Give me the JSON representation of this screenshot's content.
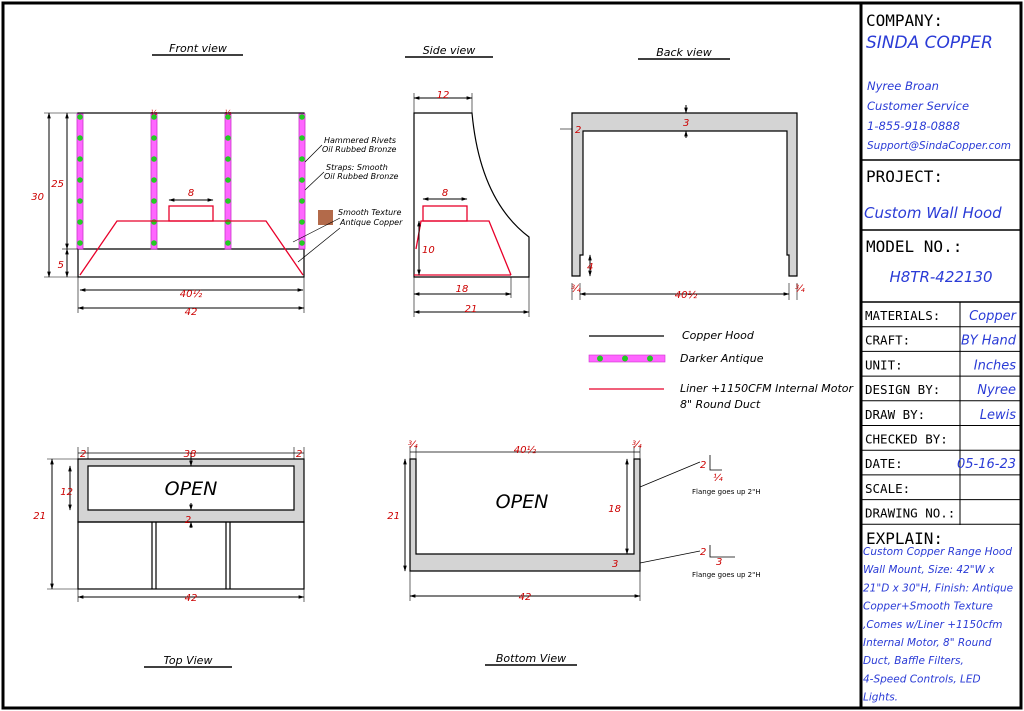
{
  "views": {
    "front": "Front view",
    "side": "Side view",
    "back": "Back view",
    "top": "Top View",
    "bottom": "Bottom View"
  },
  "front_dims": {
    "height_total": "30",
    "height_upper": "25",
    "height_lower": "5",
    "liner_width": "8",
    "inner_width": "40½",
    "overall_width": "42"
  },
  "front_notes": {
    "rivets_1": "Hammered Rivets",
    "rivets_2": "Oil Rubbed Bronze",
    "straps_1": "Straps: Smooth",
    "straps_2": "Oil Rubbed Bronze",
    "texture_1": "Smooth Texture",
    "texture_2": "Antique Copper"
  },
  "side_dims": {
    "top_depth": "12",
    "liner_width": "8",
    "liner_height": "10",
    "inner_depth": "18",
    "overall_depth": "21"
  },
  "back_dims": {
    "top_thick": "3",
    "side_thick": "2",
    "leg": "4",
    "corner_left": "¾",
    "inner_width": "40½",
    "corner_right": "¾"
  },
  "legend": {
    "copper_hood": "Copper Hood",
    "darker_antique": "Darker Antique",
    "liner_1": "Liner +1150CFM Internal Motor",
    "liner_2": "8\" Round Duct"
  },
  "top_dims": {
    "left": "2",
    "center": "38",
    "right": "2",
    "open": "OPEN",
    "mid": "2",
    "depth_open": "12",
    "depth_total": "21",
    "width": "42"
  },
  "bottom_dims": {
    "left": "¾",
    "center": "40½",
    "right": "¾",
    "open": "OPEN",
    "depth_total": "21",
    "depth_inner": "18",
    "back": "3",
    "width": "42",
    "flange_a_2": "2",
    "flange_a_frac": "¼",
    "flange_b_2": "2",
    "flange_b_3": "3",
    "flange_note_1": "Flange goes up 2\"H",
    "flange_note_2": "Flange goes up 2\"H"
  },
  "title_block": {
    "company_label": "COMPANY:",
    "company": "SINDA COPPER",
    "contact_name": "Nyree Broan",
    "contact_role": "Customer Service",
    "contact_phone": "1-855-918-0888",
    "contact_email": "Support@SindaCopper.com",
    "project_label": "PROJECT:",
    "project": "Custom Wall Hood",
    "model_label": "MODEL NO.:",
    "model": "H8TR-422130",
    "rows": [
      {
        "label": "MATERIALS:",
        "value": "Copper"
      },
      {
        "label": "CRAFT:",
        "value": "BY Hand"
      },
      {
        "label": "UNIT:",
        "value": "Inches"
      },
      {
        "label": "DESIGN BY:",
        "value": "Nyree"
      },
      {
        "label": "DRAW BY:",
        "value": "Lewis"
      },
      {
        "label": "CHECKED BY:",
        "value": ""
      },
      {
        "label": "DATE:",
        "value": "05-16-23"
      },
      {
        "label": "SCALE:",
        "value": ""
      },
      {
        "label": "DRAWING NO.:",
        "value": ""
      }
    ],
    "explain_label": "EXPLAIN:",
    "explain_lines": [
      "Custom Copper Range Hood",
      "Wall Mount, Size: 42\"W x",
      "21\"D x 30\"H, Finish: Antique",
      "Copper+Smooth Texture",
      ",Comes w/Liner +1150cfm",
      "Internal Motor, 8\" Round",
      "Duct, Baffle Filters,",
      "4-Speed Controls, LED",
      "Lights."
    ]
  },
  "colors": {
    "line": "#000000",
    "dim": "#cc0000",
    "liner": "#e8002a",
    "strap": "#ff66ff",
    "rivet": "#22cc22",
    "panel": "#d4d4d4",
    "blue": "#2a3bd6",
    "swatch": "#b36a4a"
  }
}
